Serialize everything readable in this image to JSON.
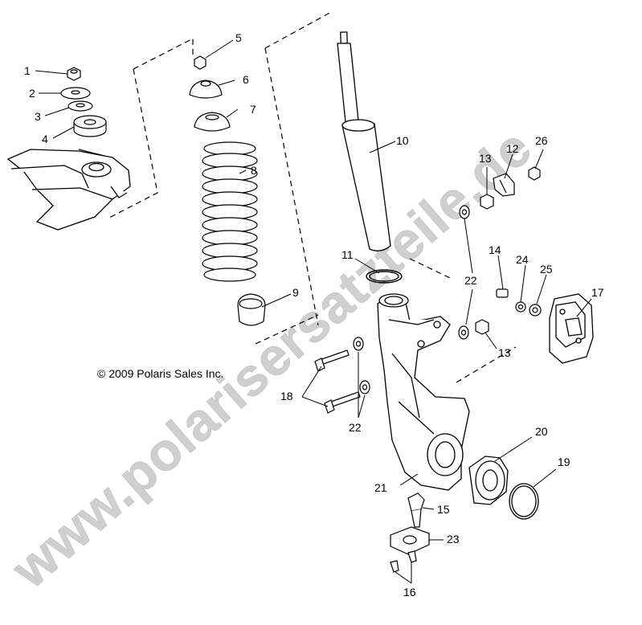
{
  "copyright": "© 2009 Polaris Sales Inc.",
  "watermark": "www.polarisersatzteile.de",
  "colors": {
    "line": "#000000",
    "watermark": "#c9c9c9",
    "background": "#ffffff"
  },
  "callouts": [
    "1",
    "2",
    "3",
    "4",
    "5",
    "6",
    "7",
    "8",
    "9",
    "10",
    "11",
    "12",
    "13",
    "13",
    "14",
    "15",
    "16",
    "17",
    "18",
    "19",
    "20",
    "21",
    "22",
    "22",
    "23",
    "24",
    "25",
    "26"
  ]
}
